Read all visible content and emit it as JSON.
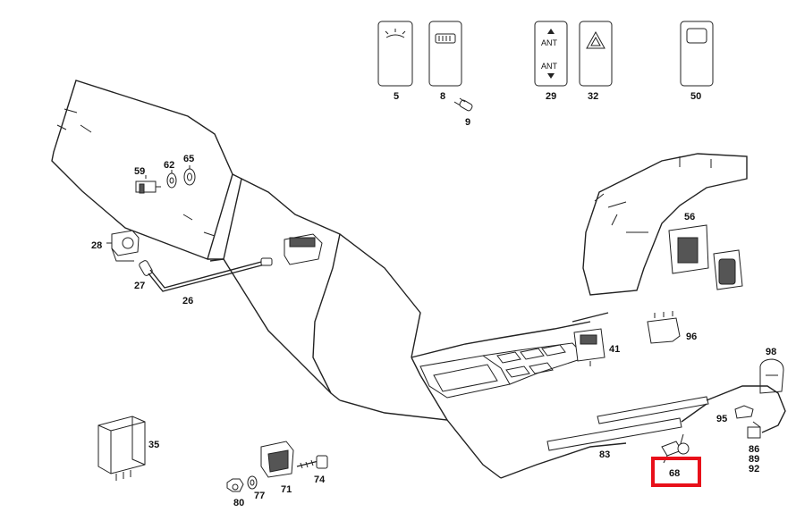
{
  "callouts": {
    "p5": "5",
    "p8": "8",
    "p9": "9",
    "p29": "29",
    "p32": "32",
    "p50": "50",
    "p59": "59",
    "p62": "62",
    "p65": "65",
    "p28": "28",
    "p27": "27",
    "p26": "26",
    "p56": "56",
    "p41": "41",
    "p96": "96",
    "p98": "98",
    "p95": "95",
    "p86": "86",
    "p89": "89",
    "p92": "92",
    "p83": "83",
    "p68": "68",
    "p35": "35",
    "p71": "71",
    "p74": "74",
    "p80": "80",
    "p77": "77"
  },
  "button_labels": {
    "ant_up": "ANT",
    "ant_down": "ANT"
  },
  "highlight": {
    "part": "68",
    "color": "#e8101a"
  }
}
